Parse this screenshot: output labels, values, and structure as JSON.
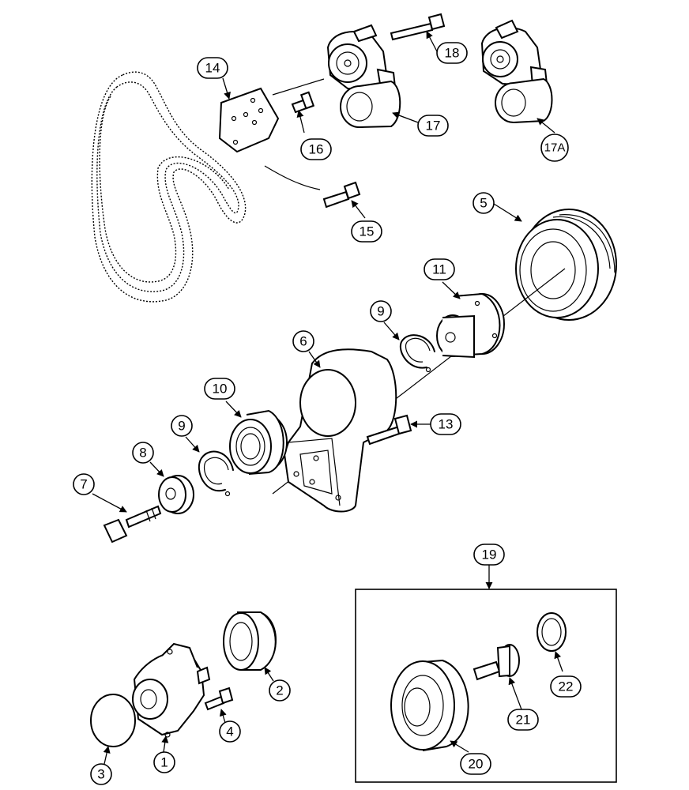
{
  "callouts": {
    "c1": "1",
    "c2": "2",
    "c3": "3",
    "c4": "4",
    "c5": "5",
    "c6": "6",
    "c7": "7",
    "c8": "8",
    "c9a": "9",
    "c9b": "9",
    "c10": "10",
    "c11": "11",
    "c13": "13",
    "c14": "14",
    "c15": "15",
    "c16": "16",
    "c17": "17",
    "c17a": "17A",
    "c18": "18",
    "c19": "19",
    "c20": "20",
    "c21": "21",
    "c22": "22"
  }
}
